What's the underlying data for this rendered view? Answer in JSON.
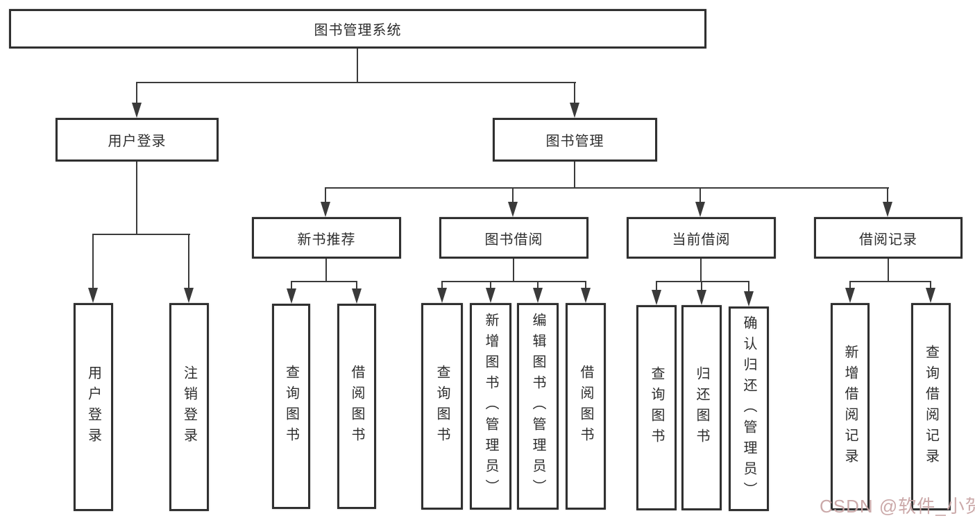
{
  "diagram": {
    "root": "图书管理系统",
    "level2": [
      "用户登录",
      "图书管理"
    ],
    "level3": [
      "新书推荐",
      "图书借阅",
      "当前借阅",
      "借阅记录"
    ],
    "leaves": {
      "user_login": [
        "用户登录",
        "注销登录"
      ],
      "new_book_rec": [
        "查询图书",
        "借阅图书"
      ],
      "book_borrow": [
        "查询图书",
        "新增图书（管理员）",
        "编辑图书（管理员）",
        "借阅图书"
      ],
      "current_borrow": [
        "查询图书",
        "归还图书",
        "确认归还（管理员）"
      ],
      "borrow_records": [
        "新增借阅记录",
        "查询借阅记录"
      ]
    }
  },
  "watermark": "CSDN @软件_小贺同学",
  "colors": {
    "line": "#3a3a3a",
    "box-border": "#303030",
    "text": "#2d2d2d",
    "background": "#ffffff",
    "watermark": "#c9a5a5"
  }
}
